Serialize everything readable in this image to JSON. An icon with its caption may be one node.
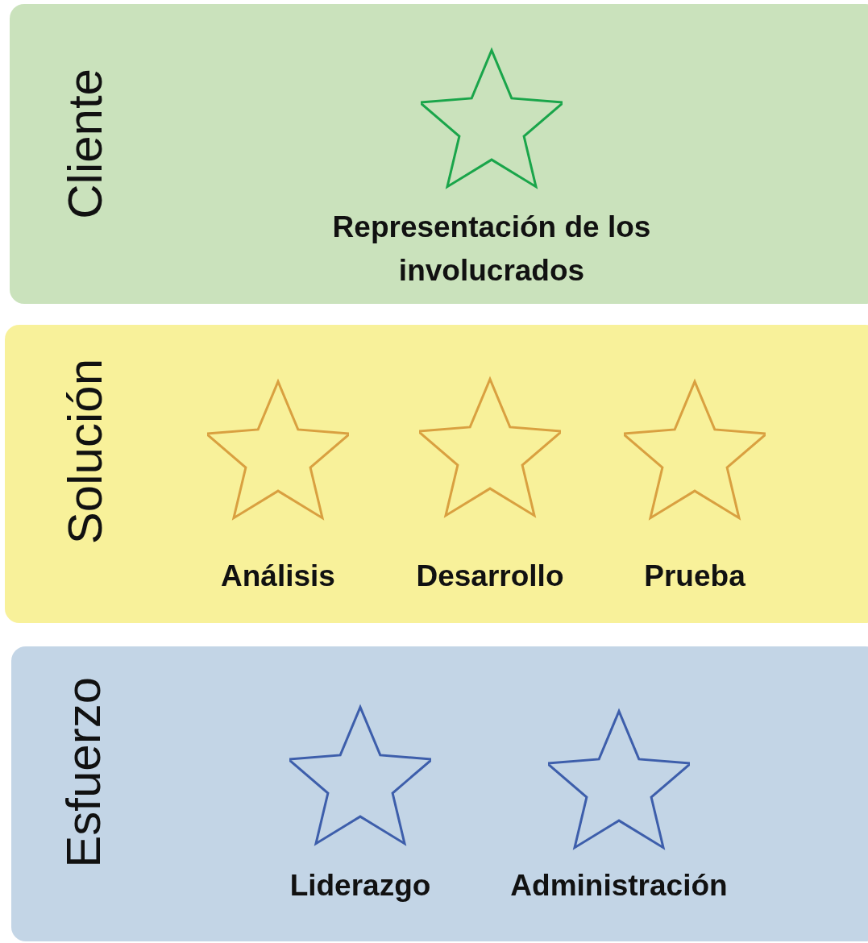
{
  "diagram": {
    "nodes": [
      {
        "text": [
          "Cliente"
        ]
      },
      {
        "text": [],
        "shape": "star",
        "in": 0,
        "beside": [
          "Representación de los involucrados"
        ]
      },
      {
        "text": [
          "Solución"
        ]
      },
      {
        "text": [],
        "shape": "star",
        "in": 2,
        "beside": [
          "Análisis"
        ]
      },
      {
        "text": [],
        "shape": "star",
        "in": 2,
        "beside": [
          "Desarrollo"
        ]
      },
      {
        "text": [],
        "shape": "star",
        "in": 2,
        "beside": [
          "Prueba"
        ]
      },
      {
        "text": [
          "Esfuerzo"
        ]
      },
      {
        "text": [],
        "shape": "star",
        "in": 6,
        "beside": [
          "Liderazgo"
        ]
      },
      {
        "text": [],
        "shape": "star",
        "in": 6,
        "beside": [
          "Administración"
        ]
      }
    ]
  }
}
